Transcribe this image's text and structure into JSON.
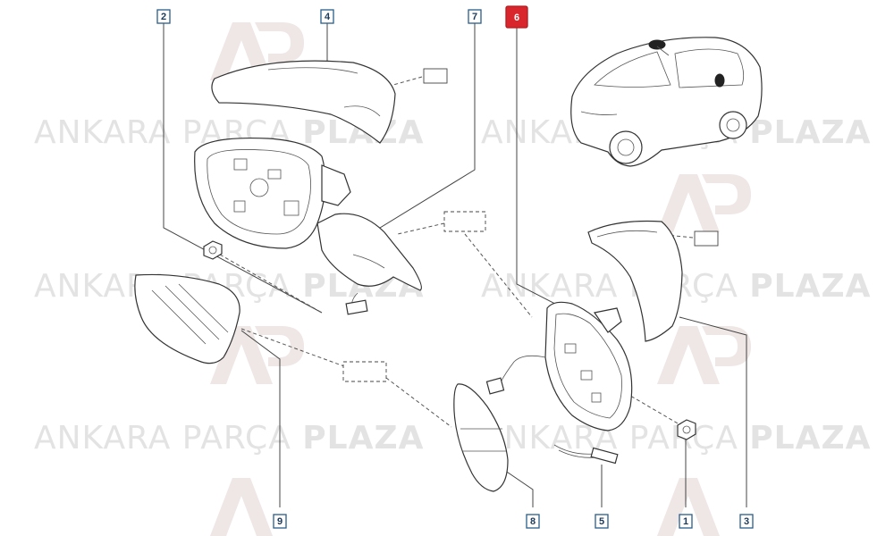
{
  "watermark": {
    "text_light_1": "ANKARA",
    "text_light_2": "PARÇA",
    "text_bold": "PLAZA"
  },
  "callouts": [
    {
      "id": "c2",
      "label": "2",
      "highlight": false
    },
    {
      "id": "c4",
      "label": "4",
      "highlight": false
    },
    {
      "id": "c7",
      "label": "7",
      "highlight": false
    },
    {
      "id": "c6",
      "label": "6",
      "highlight": true
    },
    {
      "id": "c9",
      "label": "9",
      "highlight": false
    },
    {
      "id": "c8",
      "label": "8",
      "highlight": false
    },
    {
      "id": "c5",
      "label": "5",
      "highlight": false
    },
    {
      "id": "c1",
      "label": "1",
      "highlight": false
    },
    {
      "id": "c3",
      "label": "3",
      "highlight": false
    }
  ],
  "colors": {
    "highlight": "#d8262c",
    "callout_border": "#2a5d8a",
    "watermark": "#e3e3e3"
  }
}
